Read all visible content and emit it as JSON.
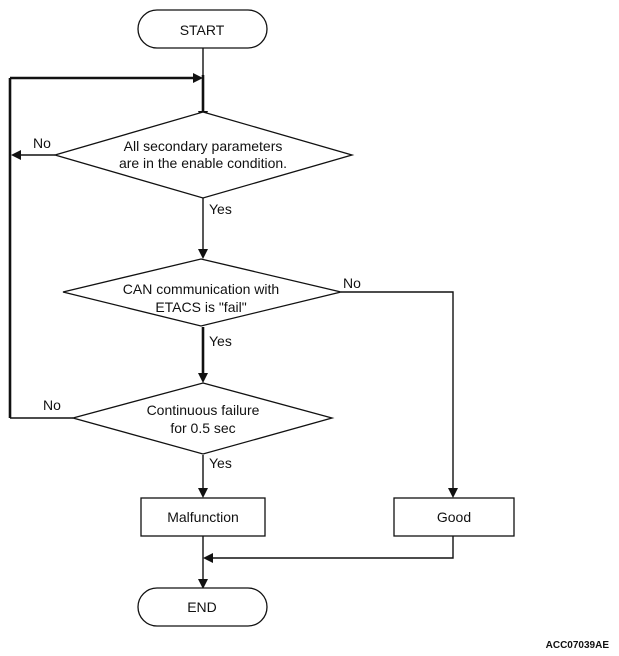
{
  "nodes": {
    "start": "START",
    "check_secondary": [
      "All secondary parameters",
      "are in the enable condition."
    ],
    "check_can": [
      "CAN communication with",
      "ETACS is \"fail\""
    ],
    "check_continuous": [
      "Continuous failure",
      "for 0.5 sec"
    ],
    "malfunction": "Malfunction",
    "good": "Good",
    "end": "END"
  },
  "edges": {
    "secondary_no": "No",
    "secondary_yes": "Yes",
    "can_no": "No",
    "can_yes": "Yes",
    "continuous_no": "No",
    "continuous_yes": "Yes"
  },
  "figure_id": "ACC07039AE"
}
